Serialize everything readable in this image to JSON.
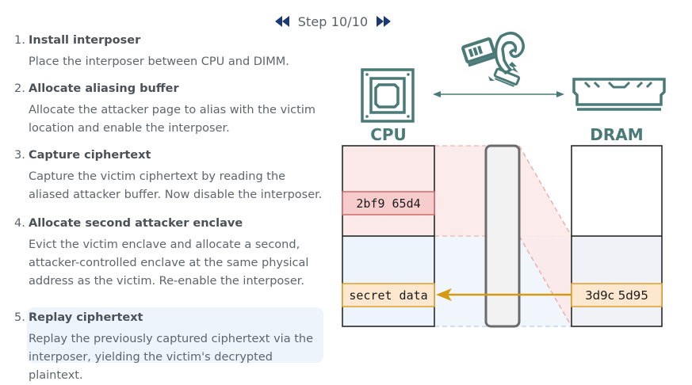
{
  "navigation": {
    "prev_icon": "rewind-icon",
    "next_icon": "fast-forward-icon",
    "step_label": "Step 10/10",
    "icon_color": "#1b3a73"
  },
  "steps": [
    {
      "number": "1.",
      "title": "Install interposer",
      "description": "Place the interposer between CPU and DIMM.",
      "active": false
    },
    {
      "number": "2.",
      "title": "Allocate aliasing buffer",
      "description": "Allocate the attacker page to alias with the victim location and enable the interposer.",
      "active": false
    },
    {
      "number": "3.",
      "title": "Capture ciphertext",
      "description": "Capture the victim ciphertext by reading the aliased attacker buffer. Now disable the interposer.",
      "active": false
    },
    {
      "number": "4.",
      "title": "Allocate second attacker enclave",
      "description": "Evict the victim enclave and allocate a second, attacker-controlled enclave at the same physical address as the victim. Re-enable the interposer.",
      "active": false
    },
    {
      "number": "5.",
      "title": "Replay ciphertext",
      "description": "Replay the previously captured ciphertext via the interposer, yielding the victim's decrypted plaintext.",
      "active": true
    }
  ],
  "diagram": {
    "cpu_label": "CPU",
    "dram_label": "DRAM",
    "cpu_icon": "cpu-chip-icon",
    "dram_icon": "memory-module-icon",
    "interposer_icon": "ram-attack-logo-icon",
    "link_icon": "bidirectional-arrow-icon",
    "captured_ciphertext": "2bf9 65d4",
    "plaintext_result": "secret data",
    "dram_ciphertext": "3d9c 5d95",
    "colors": {
      "teal": "#4a7a78",
      "attacker_fill": "#fce9e9",
      "attacker_cell_fill": "#f7cccc",
      "attacker_cell_border": "#d06a6a",
      "victim_fill": "#eef4fc",
      "secret_fill": "#fde7cf",
      "secret_border": "#dea02a",
      "arrow": "#d49a10",
      "interposer_fill": "#f2f2f2",
      "interposer_border": "#6b6b6b"
    }
  }
}
